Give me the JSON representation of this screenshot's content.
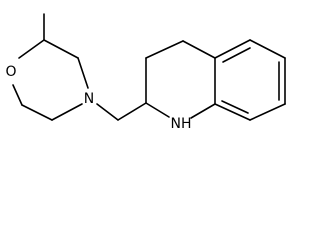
{
  "molecule": {
    "atoms": {
      "oxygen": "O",
      "morpholine_nitrogen": "N",
      "amine_group": "NH"
    },
    "bond_color": "#000000",
    "background_color": "#ffffff"
  }
}
